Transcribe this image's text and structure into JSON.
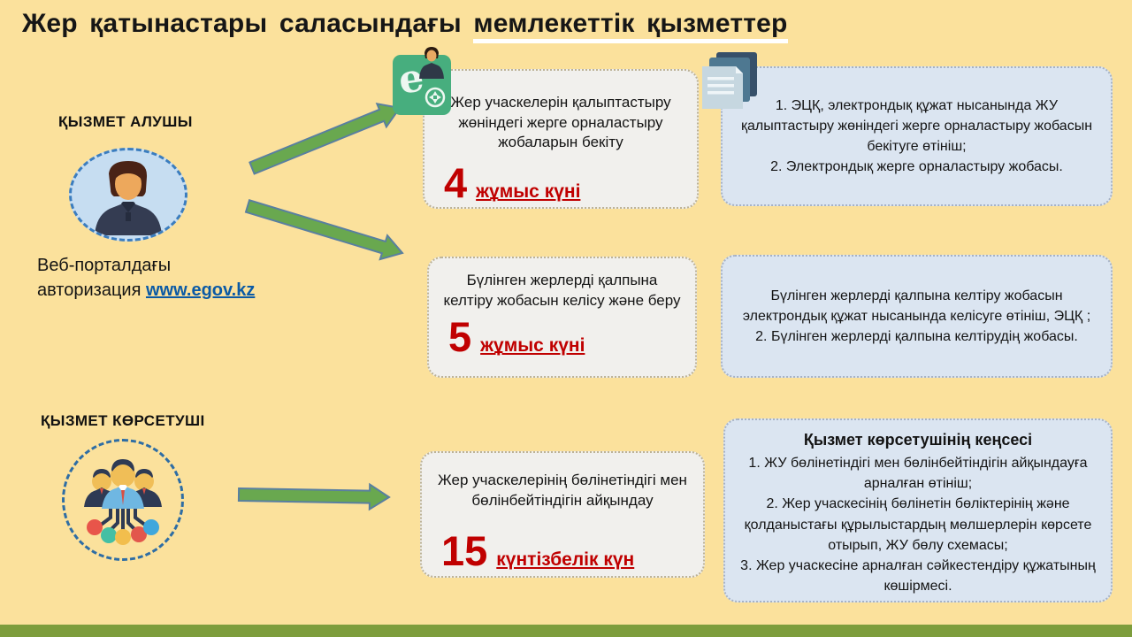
{
  "title": {
    "plain": "Жер қатынастары саласындағы",
    "underlined": "мемлекеттік қызметтер"
  },
  "left_panel": {
    "recipient_label": "ҚЫЗМЕТ АЛУШЫ",
    "auth_prefix": "Веб-порталдағы\nавторизация",
    "auth_link": "www.egov.kz",
    "provider_label": "ҚЫЗМЕТ КӨРСЕТУШІ"
  },
  "service_cards": [
    {
      "description": "Жер учаскелерін қалыптастыру  жөніндегі жерге орналастыру жобаларын бекіту",
      "days_number": "4",
      "days_label": "жұмыс күні"
    },
    {
      "description": "Бүлінген жерлерді қалпына келтіру  жобасын келісу  және беру",
      "days_number": "5",
      "days_label": "жұмыс күні"
    },
    {
      "description": "Жер учаскелерінің бөлінетіндігі мен бөлінбейтіндігін айқындау",
      "days_number": "15",
      "days_label": "күнтізбелік күн"
    }
  ],
  "requirement_cards": [
    {
      "body": "1. ЭЦҚ, электрондық құжат нысанында ЖУ қалыптастыру  жөніндегі жерге орналастыру жобасын бекітуге өтініш;\n2. Электрондық жерге орналастыру жобасы."
    },
    {
      "body": "Бүлінген жерлерді қалпына  келтіру  жобасын электрондық құжат нысанында келісуге өтініш, ЭЦҚ ;\n2. Бүлінген жерлерді қалпына  келтірудің жобасы."
    },
    {
      "heading": "Қызмет көрсетушінің кеңсесі",
      "body": "1. ЖУ бөлінетіндігі  мен бөлінбейтіндігін айқындауға  арналған  өтініш;\n2. Жер учаскесінің бөлінетін  бөліктерінің және қолданыстағы құрылыстардың мөлшерлерін көрсете отырып, ЖУ бөлу  схемасы;\n3. Жер учаскесіне арналған  сәйкестендіру құжатының көшірмесі."
    }
  ],
  "colors": {
    "background": "#FBE19C",
    "accent_red": "#C00000",
    "arrow_green": "#69A84F",
    "egov_green": "#47AE7E",
    "bottom_bar_green": "#7D9D3C",
    "service_card_bg": "#F1F0ED",
    "requirement_card_bg": "#DBE5F1",
    "link_blue": "#0B5AA5"
  }
}
